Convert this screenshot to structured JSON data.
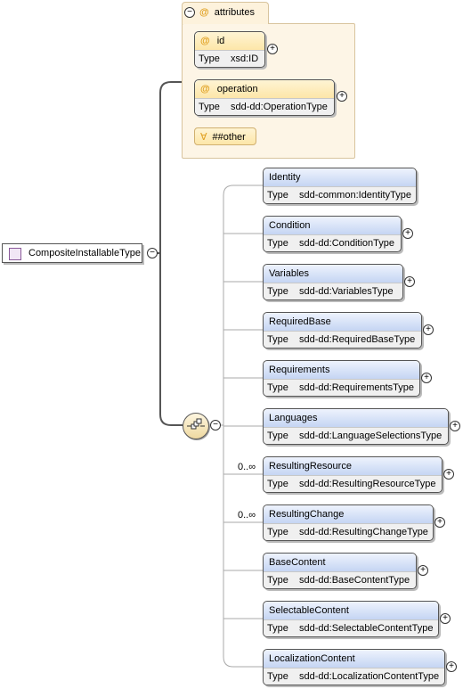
{
  "root": {
    "name": "CompositeInstallableType"
  },
  "attributes": {
    "title": "attributes",
    "items": [
      {
        "name": "id",
        "type_label": "Type",
        "type": "xsd:ID"
      },
      {
        "name": "operation",
        "type_label": "Type",
        "type": "sdd-dd:OperationType"
      }
    ],
    "any_attribute": "##other"
  },
  "elements": [
    {
      "name": "Identity",
      "type_label": "Type",
      "type": "sdd-common:IdentityType",
      "occurs": ""
    },
    {
      "name": "Condition",
      "type_label": "Type",
      "type": "sdd-dd:ConditionType",
      "occurs": ""
    },
    {
      "name": "Variables",
      "type_label": "Type",
      "type": "sdd-dd:VariablesType",
      "occurs": ""
    },
    {
      "name": "RequiredBase",
      "type_label": "Type",
      "type": "sdd-dd:RequiredBaseType",
      "occurs": ""
    },
    {
      "name": "Requirements",
      "type_label": "Type",
      "type": "sdd-dd:RequirementsType",
      "occurs": ""
    },
    {
      "name": "Languages",
      "type_label": "Type",
      "type": "sdd-dd:LanguageSelectionsType",
      "occurs": ""
    },
    {
      "name": "ResultingResource",
      "type_label": "Type",
      "type": "sdd-dd:ResultingResourceType",
      "occurs": "0..∞"
    },
    {
      "name": "ResultingChange",
      "type_label": "Type",
      "type": "sdd-dd:ResultingChangeType",
      "occurs": "0..∞"
    },
    {
      "name": "BaseContent",
      "type_label": "Type",
      "type": "sdd-dd:BaseContentType",
      "occurs": ""
    },
    {
      "name": "SelectableContent",
      "type_label": "Type",
      "type": "sdd-dd:SelectableContentType",
      "occurs": ""
    },
    {
      "name": "LocalizationContent",
      "type_label": "Type",
      "type": "sdd-dd:LocalizationContentType",
      "occurs": ""
    }
  ],
  "colors": {
    "element_header": "#c5d5f3",
    "attribute_header": "#fde6a8",
    "attribute_group": "#fdf5e6"
  },
  "icons": {
    "collapse": "minus-circle-icon",
    "expand": "plus-circle-icon",
    "attribute": "at-icon",
    "any_attribute": "forall-icon",
    "sequence": "sequence-icon",
    "complex_type": "complex-type-icon"
  }
}
